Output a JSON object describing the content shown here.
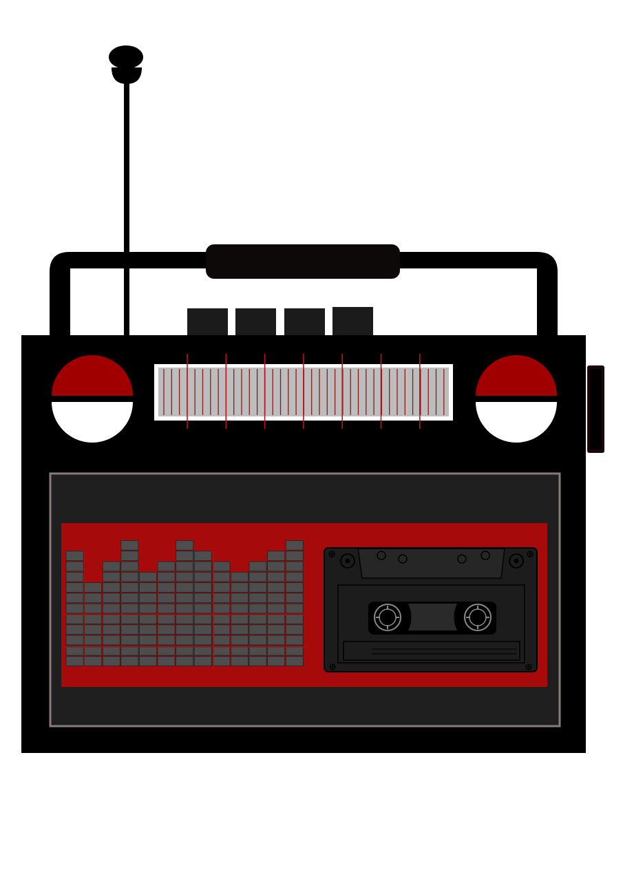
{
  "illustration": {
    "subject": "retro-radio-cassette-player",
    "colors": {
      "background": "#ffffff",
      "body": "#000000",
      "panel": "#1f1f1f",
      "panel_border": "#8a7a7a",
      "accent_red": "#a60a0a",
      "dial_bg": "#bdbdbd",
      "dial_frame": "#ffffff",
      "eq_cell": "#4d4d4d",
      "cassette": "#1c1c1c"
    },
    "equalizer": {
      "levels": [
        11,
        8,
        10,
        12,
        9,
        10,
        12,
        11,
        10,
        9,
        10,
        11,
        12
      ]
    },
    "preset_buttons": 4,
    "dial_markers": 7
  }
}
